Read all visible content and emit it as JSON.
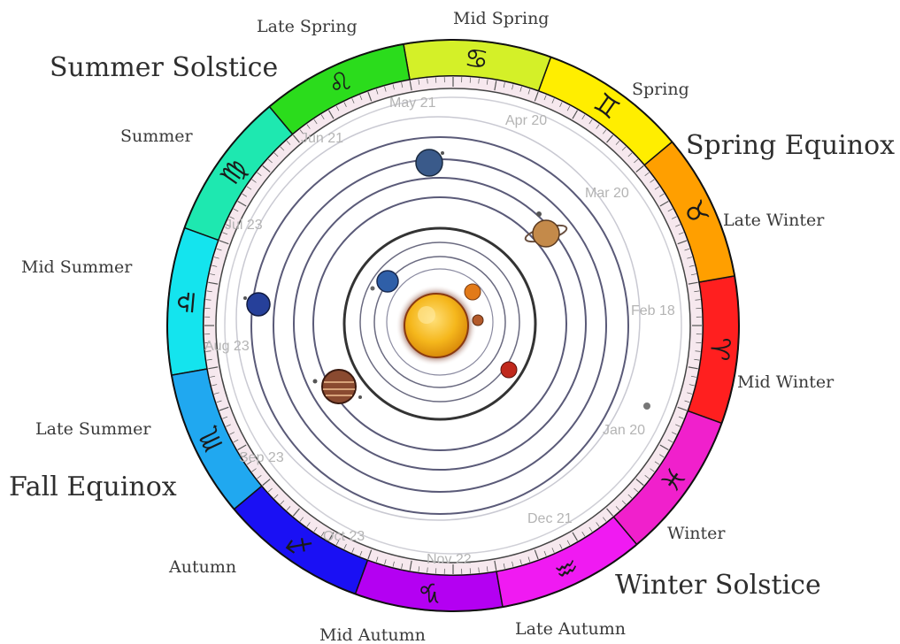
{
  "segments": [
    {
      "season": "Spring",
      "symbol": "♈",
      "color": "#ff1f1f"
    },
    {
      "season": "Mid Spring",
      "symbol": "♉",
      "color": "#ff9f00"
    },
    {
      "season": "Late Spring",
      "symbol": "♊",
      "color": "#ffee00"
    },
    {
      "season": "Summer",
      "symbol": "♋",
      "color": "#d4f028"
    },
    {
      "season": "Mid Summer",
      "symbol": "♌",
      "color": "#2bdc1c"
    },
    {
      "season": "Late Summer",
      "symbol": "♍",
      "color": "#1ee8b0"
    },
    {
      "season": "Autumn",
      "symbol": "♎",
      "color": "#14e4ee"
    },
    {
      "season": "Mid Autumn",
      "symbol": "♏",
      "color": "#20a8f0"
    },
    {
      "season": "Late Autumn",
      "symbol": "♐",
      "color": "#1a10f4"
    },
    {
      "season": "Winter",
      "symbol": "♑",
      "color": "#b400f2"
    },
    {
      "season": "Mid Winter",
      "symbol": "♒",
      "color": "#f01af2"
    },
    {
      "season": "Late Winter",
      "symbol": "♓",
      "color": "#f020cc"
    }
  ],
  "cardinal_labels": {
    "spring_equinox": "Spring Equinox",
    "summer_solstice": "Summer Solstice",
    "fall_equinox": "Fall Equinox",
    "winter_solstice": "Winter Solstice"
  },
  "dates": [
    "Mar 20",
    "Apr 20",
    "May 21",
    "Jun 21",
    "Jul 23",
    "Aug 23",
    "Sep 23",
    "Oct 23",
    "Nov 22",
    "Dec 21",
    "Jan 20",
    "Feb 18"
  ],
  "colors": {
    "sun": "#f5b71c",
    "sun_rim": "#8a3a10",
    "orbit": "#5a5a78",
    "faint_orbit": "#c8c8d0",
    "ruler_band": "#f8eef2"
  }
}
